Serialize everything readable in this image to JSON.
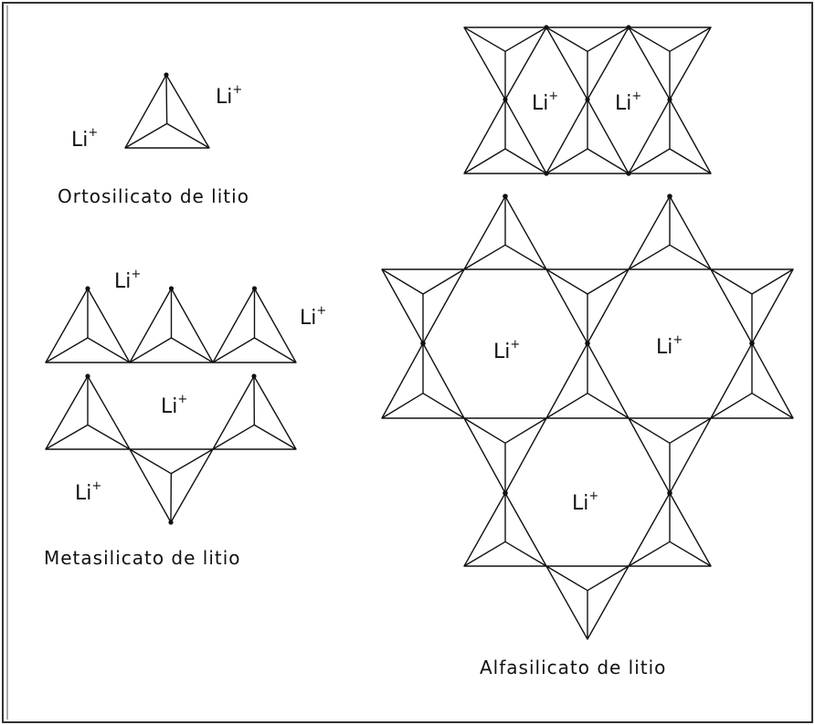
{
  "figure": {
    "frame": {
      "stroke": "#333333",
      "background": "#ffffff"
    },
    "line_color": "#111111",
    "captions": {
      "ortho": "Ortosilicato de litio",
      "meta": "Metasilicato de litio",
      "alfa": "Alfasilicato de litio"
    },
    "ion": {
      "label": "Li",
      "charge": "+"
    }
  }
}
